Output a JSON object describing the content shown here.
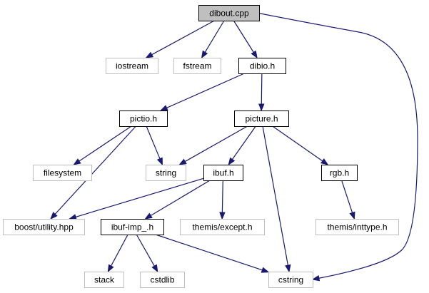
{
  "colors": {
    "edge": "#191970",
    "root_fill": "#bfbfbf",
    "border_internal": "#000000",
    "border_external": "#bfbfbf"
  },
  "nodes": [
    {
      "id": "dibout",
      "label": "dibout.cpp",
      "kind": "root"
    },
    {
      "id": "iostream",
      "label": "iostream",
      "kind": "external"
    },
    {
      "id": "fstream",
      "label": "fstream",
      "kind": "external"
    },
    {
      "id": "dibio",
      "label": "dibio.h",
      "kind": "internal"
    },
    {
      "id": "pictio",
      "label": "pictio.h",
      "kind": "internal"
    },
    {
      "id": "picture",
      "label": "picture.h",
      "kind": "internal"
    },
    {
      "id": "filesystem",
      "label": "filesystem",
      "kind": "external"
    },
    {
      "id": "string",
      "label": "string",
      "kind": "external"
    },
    {
      "id": "ibuf",
      "label": "ibuf.h",
      "kind": "internal"
    },
    {
      "id": "rgb",
      "label": "rgb.h",
      "kind": "internal"
    },
    {
      "id": "boost",
      "label": "boost/utility.hpp",
      "kind": "external"
    },
    {
      "id": "ibufimp",
      "label": "ibuf-imp_.h",
      "kind": "internal"
    },
    {
      "id": "except",
      "label": "themis/except.h",
      "kind": "external"
    },
    {
      "id": "inttype",
      "label": "themis/inttype.h",
      "kind": "external"
    },
    {
      "id": "stack",
      "label": "stack",
      "kind": "external"
    },
    {
      "id": "cstdlib",
      "label": "cstdlib",
      "kind": "external"
    },
    {
      "id": "cstring",
      "label": "cstring",
      "kind": "external"
    }
  ],
  "edges": [
    {
      "from": "dibout",
      "to": "iostream"
    },
    {
      "from": "dibout",
      "to": "fstream"
    },
    {
      "from": "dibout",
      "to": "dibio"
    },
    {
      "from": "dibout",
      "to": "cstring"
    },
    {
      "from": "dibio",
      "to": "pictio"
    },
    {
      "from": "dibio",
      "to": "picture"
    },
    {
      "from": "pictio",
      "to": "filesystem"
    },
    {
      "from": "pictio",
      "to": "string"
    },
    {
      "from": "pictio",
      "to": "boost"
    },
    {
      "from": "picture",
      "to": "string"
    },
    {
      "from": "picture",
      "to": "ibuf"
    },
    {
      "from": "picture",
      "to": "rgb"
    },
    {
      "from": "picture",
      "to": "cstring"
    },
    {
      "from": "ibuf",
      "to": "boost"
    },
    {
      "from": "ibuf",
      "to": "ibufimp"
    },
    {
      "from": "ibuf",
      "to": "except"
    },
    {
      "from": "rgb",
      "to": "inttype"
    },
    {
      "from": "ibufimp",
      "to": "stack"
    },
    {
      "from": "ibufimp",
      "to": "cstdlib"
    },
    {
      "from": "ibufimp",
      "to": "cstring"
    }
  ]
}
